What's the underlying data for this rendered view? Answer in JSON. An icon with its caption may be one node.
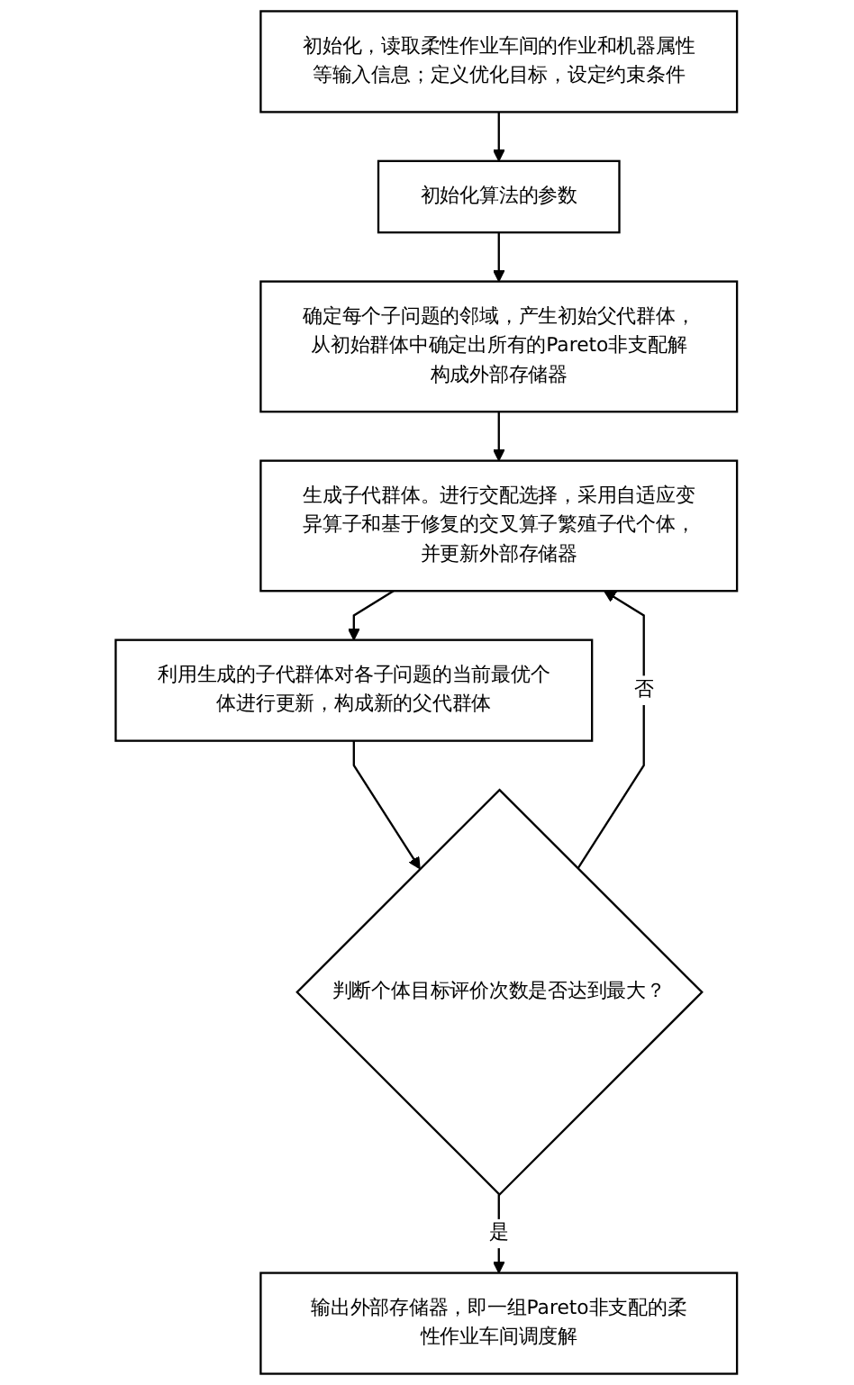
{
  "diagram": {
    "nodes": [
      {
        "text": [
          "初始化，读取柔性作业车间的作业和机器属性等输入信息；定义优化目标，设定约束条件"
        ]
      },
      {
        "text": [
          "初始化算法的参数"
        ]
      },
      {
        "text": [
          "确定每个子问题的邻域，产生初始父代群体，从初始群体中确定出所有的Pareto非支配解构成外部存储器"
        ]
      },
      {
        "text": [
          "生成子代群体。进行交配选择，采用自适应变异算子和基于修复的交叉算子繁殖子代个体，并更新外部存储器"
        ]
      },
      {
        "text": [
          "利用生成的子代群体对各子问题的当前最优个体进行更新，构成新的父代群体"
        ]
      },
      {
        "text": [
          "判断个体目标评价次数是否达到最大？"
        ]
      },
      {
        "text": [
          "输出外部存储器，即一组Pareto非支配的柔性作业车间调度解"
        ]
      }
    ],
    "edges": [
      {
        "from": 0,
        "to": 1,
        "arrow": "to"
      },
      {
        "from": 1,
        "to": 2,
        "arrow": "to"
      },
      {
        "from": 2,
        "to": 3,
        "arrow": "to"
      },
      {
        "from": 3,
        "to": 4,
        "arrow": "to"
      },
      {
        "from": 4,
        "to": 5,
        "arrow": "to"
      },
      {
        "from": 5,
        "to": 3,
        "label": "否",
        "arrow": "to"
      },
      {
        "from": 5,
        "to": 6,
        "label": "是",
        "arrow": "to"
      }
    ]
  }
}
